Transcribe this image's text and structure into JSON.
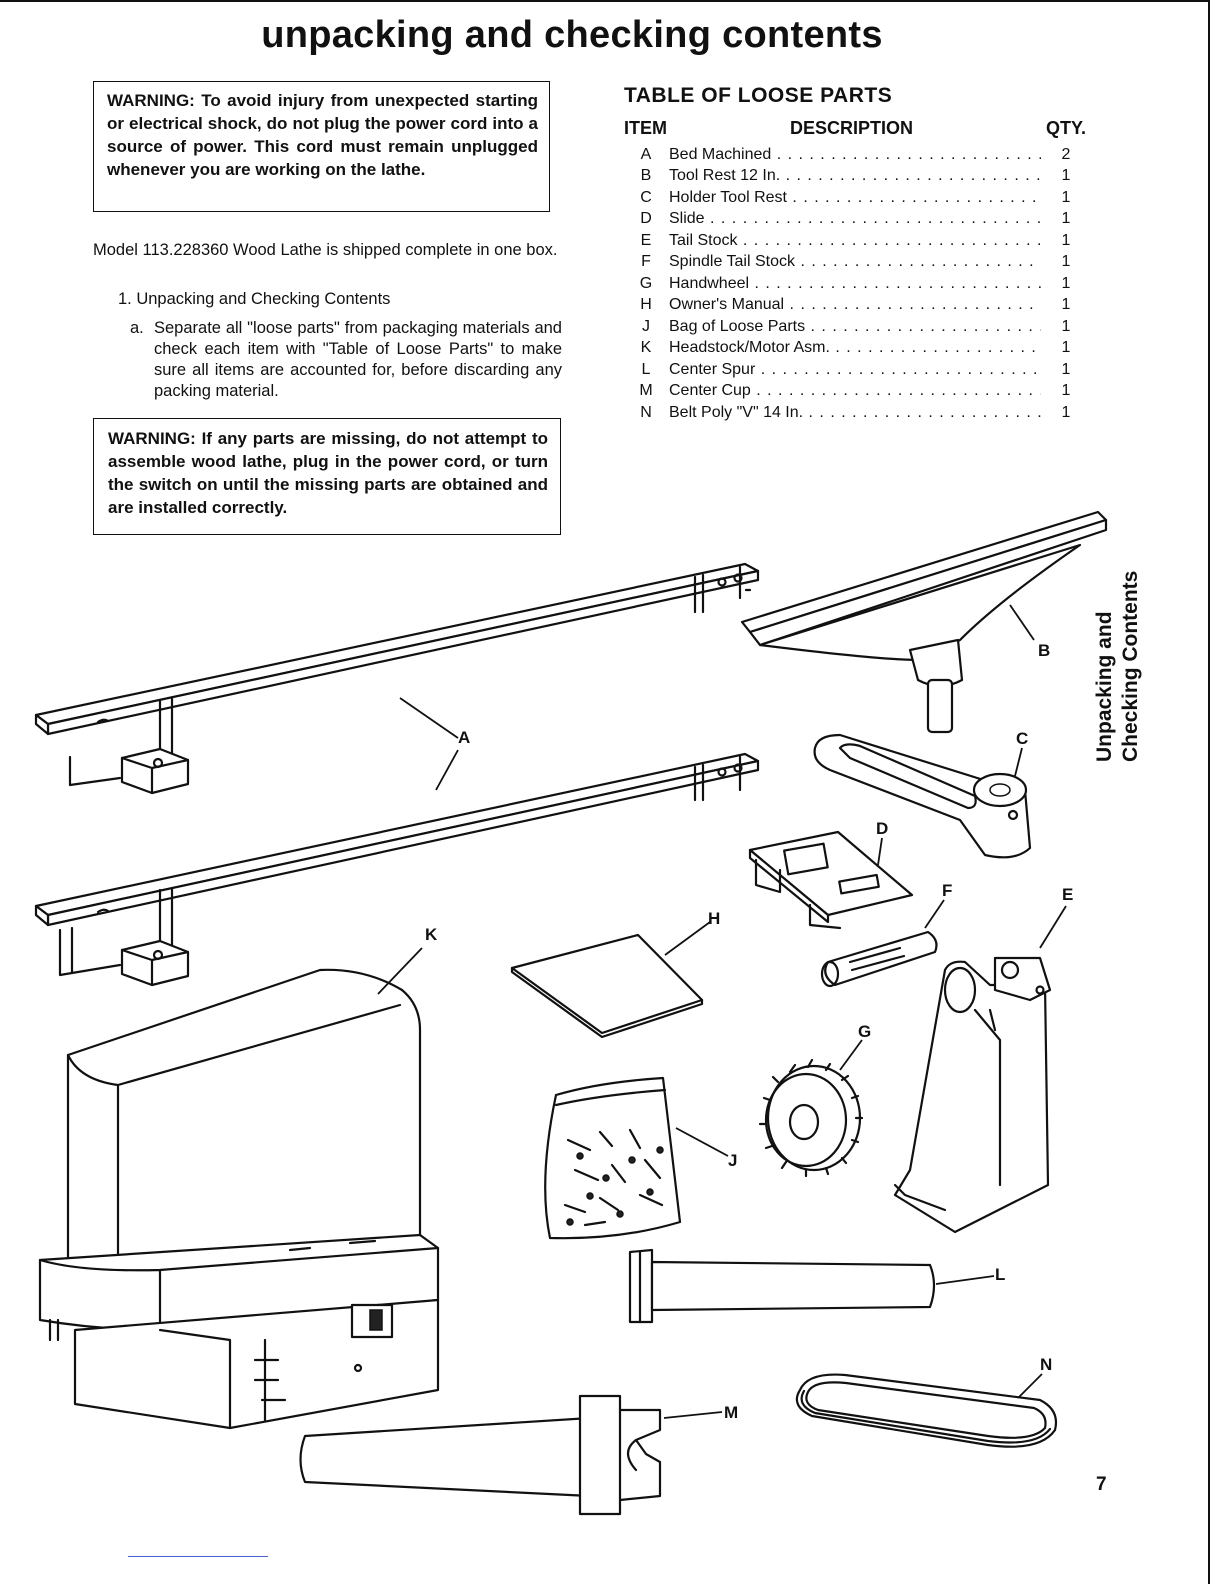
{
  "page": {
    "title": "unpacking and checking contents",
    "page_number": "7",
    "side_tab": {
      "line1": "Unpacking and",
      "line2": "Checking Contents"
    }
  },
  "warnings": {
    "first": "WARNING: To avoid injury from unexpected starting or electrical shock, do not plug the power cord into a source of power. This cord must remain unplugged whenever you are working on the lathe.",
    "second": "WARNING: If any parts are missing, do not attempt to assemble wood lathe, plug in the power cord, or turn the switch on until the missing parts are obtained and are installed correctly."
  },
  "instructions": {
    "intro": "Model 113.228360 Wood Lathe is shipped complete in one box.",
    "step1": "1. Unpacking and Checking Contents",
    "step_a_label": "a.",
    "step_a": "Separate all \"loose parts\" from packaging materials and check each item with \"Table of Loose Parts\" to make sure all items are accounted for, before discarding any packing material."
  },
  "parts_table": {
    "title": "TABLE OF LOOSE PARTS",
    "headers": {
      "item": "ITEM",
      "description": "DESCRIPTION",
      "qty": "QTY."
    },
    "rows": [
      {
        "item": "A",
        "description": "Bed Machined",
        "qty": "2"
      },
      {
        "item": "B",
        "description": "Tool Rest 12 In.",
        "qty": "1"
      },
      {
        "item": "C",
        "description": "Holder Tool Rest",
        "qty": "1"
      },
      {
        "item": "D",
        "description": "Slide",
        "qty": "1"
      },
      {
        "item": "E",
        "description": "Tail Stock",
        "qty": "1"
      },
      {
        "item": "F",
        "description": "Spindle Tail Stock",
        "qty": "1"
      },
      {
        "item": "G",
        "description": "Handwheel",
        "qty": "1"
      },
      {
        "item": "H",
        "description": "Owner's Manual",
        "qty": "1"
      },
      {
        "item": "J",
        "description": "Bag of Loose Parts",
        "qty": "1"
      },
      {
        "item": "K",
        "description": "Headstock/Motor Asm.",
        "qty": "1"
      },
      {
        "item": "L",
        "description": "Center Spur",
        "qty": "1"
      },
      {
        "item": "M",
        "description": "Center Cup",
        "qty": "1"
      },
      {
        "item": "N",
        "description": "Belt Poly \"V\" 14 In.",
        "qty": "1"
      }
    ]
  },
  "figure": {
    "callouts": {
      "A": "A",
      "B": "B",
      "C": "C",
      "D": "D",
      "E": "E",
      "F": "F",
      "G": "G",
      "H": "H",
      "J": "J",
      "K": "K",
      "L": "L",
      "M": "M",
      "N": "N"
    }
  }
}
